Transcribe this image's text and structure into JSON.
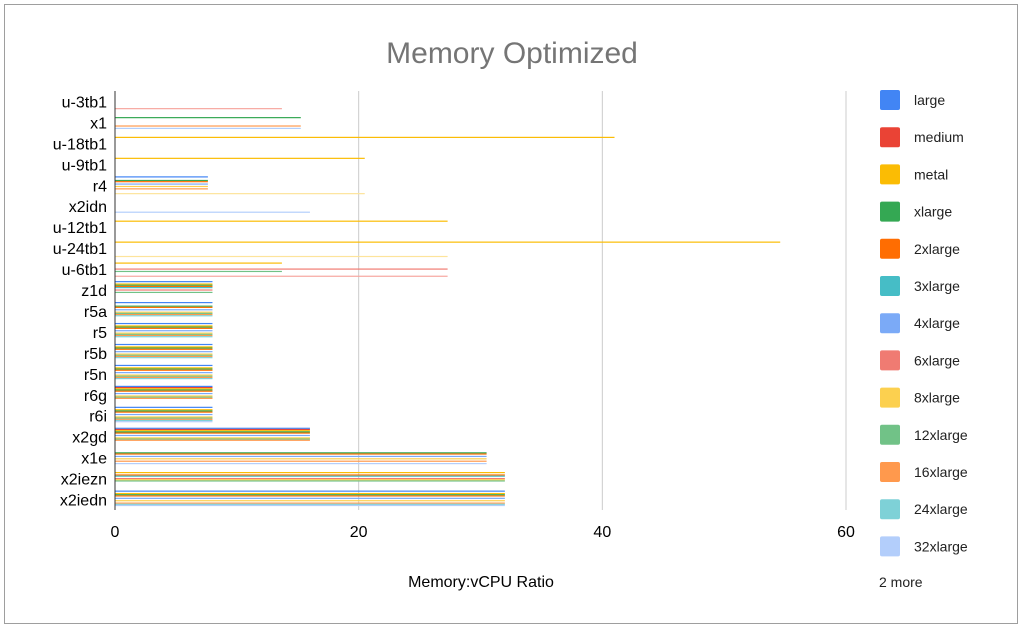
{
  "chart_data": {
    "type": "bar",
    "orientation": "horizontal",
    "title": "Memory Optimized",
    "xlabel": "Memory:vCPU Ratio",
    "ylabel": "",
    "xlim": [
      0,
      60
    ],
    "x_ticks": [
      0,
      20,
      40,
      60
    ],
    "grid": true,
    "legend_position": "right",
    "legend_more": "2 more",
    "categories": [
      "u-3tb1",
      "x1",
      "u-18tb1",
      "u-9tb1",
      "r4",
      "x2idn",
      "u-12tb1",
      "u-24tb1",
      "u-6tb1",
      "z1d",
      "r5a",
      "r5",
      "r5b",
      "r5n",
      "r6g",
      "r6i",
      "x2gd",
      "x1e",
      "x2iezn",
      "x2iedn"
    ],
    "series": [
      {
        "name": "large",
        "color": "#4285f4",
        "values": [
          null,
          null,
          null,
          null,
          7.625,
          null,
          null,
          null,
          null,
          8,
          8,
          8,
          8,
          8,
          8,
          8,
          16,
          null,
          null,
          32
        ]
      },
      {
        "name": "medium",
        "color": "#ea4335",
        "values": [
          null,
          null,
          null,
          null,
          null,
          null,
          null,
          null,
          null,
          null,
          null,
          null,
          null,
          null,
          8,
          null,
          16,
          null,
          null,
          null
        ]
      },
      {
        "name": "metal",
        "color": "#fbbc04",
        "values": [
          null,
          null,
          41,
          20.5,
          null,
          null,
          27.3,
          54.6,
          13.7,
          8,
          null,
          8,
          8,
          8,
          8,
          8,
          16,
          null,
          32,
          32
        ]
      },
      {
        "name": "xlarge",
        "color": "#34a853",
        "values": [
          null,
          15.25,
          null,
          null,
          7.625,
          null,
          null,
          null,
          null,
          8,
          8,
          8,
          8,
          8,
          8,
          8,
          16,
          30.5,
          null,
          32
        ]
      },
      {
        "name": "2xlarge",
        "color": "#ff6d01",
        "values": [
          null,
          null,
          null,
          null,
          7.625,
          null,
          null,
          null,
          null,
          8,
          8,
          8,
          8,
          8,
          8,
          8,
          16,
          30.5,
          32,
          32
        ]
      },
      {
        "name": "3xlarge",
        "color": "#46bdc6",
        "values": [
          null,
          null,
          null,
          null,
          null,
          null,
          null,
          null,
          null,
          8,
          null,
          null,
          null,
          null,
          null,
          null,
          null,
          null,
          32,
          null
        ]
      },
      {
        "name": "4xlarge",
        "color": "#7baaf7",
        "values": [
          null,
          null,
          null,
          null,
          7.625,
          null,
          null,
          null,
          null,
          null,
          8,
          8,
          8,
          8,
          8,
          8,
          16,
          30.5,
          null,
          32
        ]
      },
      {
        "name": "6xlarge",
        "color": "#f07b72",
        "values": [
          null,
          null,
          null,
          null,
          null,
          null,
          null,
          null,
          27.3,
          8,
          null,
          null,
          null,
          null,
          null,
          null,
          null,
          null,
          32,
          null
        ]
      },
      {
        "name": "8xlarge",
        "color": "#fcd04f",
        "values": [
          null,
          null,
          null,
          null,
          7.625,
          null,
          null,
          null,
          null,
          null,
          8,
          8,
          8,
          8,
          8,
          8,
          16,
          30.5,
          32,
          32
        ]
      },
      {
        "name": "12xlarge",
        "color": "#71c287",
        "values": [
          null,
          null,
          null,
          null,
          null,
          null,
          null,
          null,
          13.7,
          8,
          8,
          8,
          8,
          8,
          8,
          8,
          16,
          null,
          32,
          null
        ]
      },
      {
        "name": "16xlarge",
        "color": "#ff994d",
        "values": [
          null,
          15.25,
          null,
          null,
          7.625,
          null,
          null,
          null,
          null,
          null,
          8,
          8,
          8,
          8,
          8,
          8,
          16,
          30.5,
          null,
          32
        ]
      },
      {
        "name": "24xlarge",
        "color": "#7ed1d7",
        "values": [
          null,
          null,
          null,
          null,
          null,
          null,
          null,
          null,
          null,
          null,
          8,
          8,
          8,
          8,
          null,
          8,
          null,
          null,
          null,
          32
        ]
      },
      {
        "name": "32xlarge",
        "color": "#b3cefb",
        "values": [
          null,
          15.25,
          null,
          null,
          null,
          16,
          null,
          null,
          null,
          null,
          null,
          null,
          null,
          null,
          null,
          8,
          null,
          30.5,
          null,
          32
        ]
      },
      {
        "name": "",
        "color": "#f7a7a0",
        "values": [
          13.7,
          null,
          null,
          null,
          null,
          null,
          null,
          null,
          27.3,
          null,
          null,
          null,
          null,
          null,
          null,
          null,
          null,
          null,
          null,
          null
        ]
      },
      {
        "name": "",
        "color": "#fde49b",
        "values": [
          null,
          null,
          null,
          null,
          20.5,
          null,
          null,
          27.3,
          null,
          null,
          null,
          null,
          null,
          null,
          null,
          null,
          null,
          null,
          null,
          null
        ]
      }
    ]
  }
}
